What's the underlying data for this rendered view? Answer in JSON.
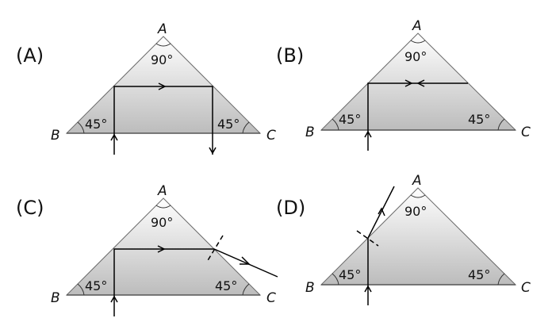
{
  "panels": [
    {
      "id": "A",
      "label": "(A)",
      "vertices": {
        "A": "A",
        "B": "B",
        "C": "C"
      },
      "angles": {
        "apex": "90°",
        "left": "45°",
        "right": "45°"
      },
      "description": "Ray enters base vertically, reflects off face AB, travels horizontally, reflects off face AC, exits downward through base"
    },
    {
      "id": "B",
      "label": "(B)",
      "vertices": {
        "A": "A",
        "B": "B",
        "C": "C"
      },
      "angles": {
        "apex": "90°",
        "left": "45°",
        "right": "45°"
      },
      "description": "Ray enters base vertically, reflects off face AB, horizontal segment with opposing arrows"
    },
    {
      "id": "C",
      "label": "(C)",
      "vertices": {
        "A": "A",
        "B": "B",
        "C": "C"
      },
      "angles": {
        "apex": "90°",
        "left": "45°",
        "right": "45°"
      },
      "description": "Ray enters base, reflects off AB, travels horizontally, refracts out through AC with dashed normal"
    },
    {
      "id": "D",
      "label": "(D)",
      "vertices": {
        "A": "A",
        "B": "B",
        "C": "C"
      },
      "angles": {
        "apex": "90°",
        "right": "45°",
        "left": "45°"
      },
      "description": "Ray enters base vertically, refracts out through face AB with dashed normal"
    }
  ],
  "colors": {
    "gradient_top": "#ffffff",
    "gradient_bottom": "#bcbcbc",
    "edge": "#6b6b6b",
    "ray": "#000000"
  }
}
